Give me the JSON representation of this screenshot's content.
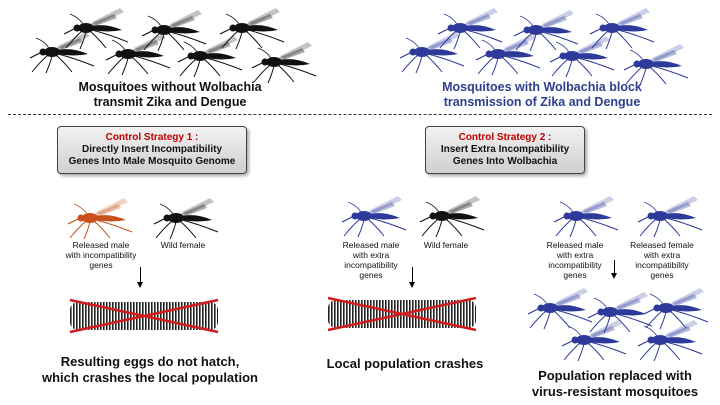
{
  "colors": {
    "normal_mosquito": "#111111",
    "wolbachia_mosquito": "#2d3a9a",
    "engineered_male": "#c8501a",
    "highlight_text": "#2e3f8f",
    "cross": "#d11d1d"
  },
  "top": {
    "left_caption": "Mosquitoes without Wolbachia\ntransmit Zika and Dengue",
    "right_caption": "Mosquitoes with Wolbachia block\ntransmission of Zika and Dengue"
  },
  "strategy1": {
    "title": "Control Strategy 1 :",
    "body": "Directly Insert Incompatibility\nGenes Into Male Mosquito Genome",
    "released_label": "Released male\nwith incompatibility\ngenes",
    "wild_label": "Wild female",
    "outcome": "Resulting eggs do not hatch,\nwhich crashes the local population"
  },
  "strategy2": {
    "title": "Control Strategy 2 :",
    "body": "Insert Extra Incompatibility\nGenes Into Wolbachia",
    "a_released_label": "Released male\nwith extra\nincompatibility\ngenes",
    "a_wild_label": "Wild female",
    "a_outcome": "Local population crashes",
    "b_male_label": "Released male\nwith extra\nincompatibility\ngenes",
    "b_female_label": "Released female\nwith extra\nincompatibility\ngenes",
    "b_outcome": "Population replaced with\nvirus-resistant mosquitoes"
  }
}
